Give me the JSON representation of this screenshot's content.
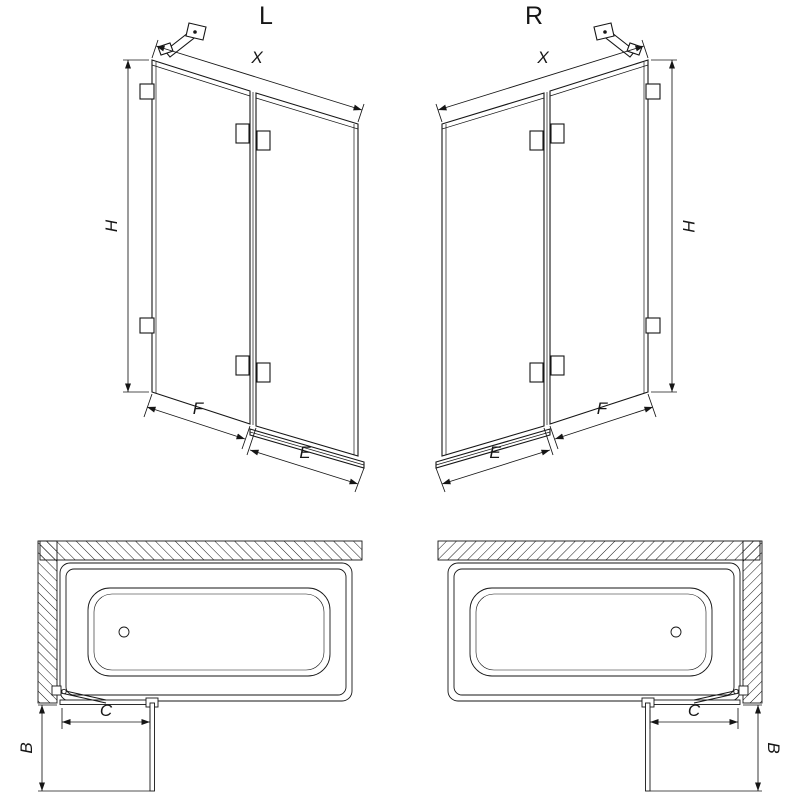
{
  "figure": {
    "variant_labels": {
      "left": "L",
      "right": "R"
    },
    "elevation_dims": {
      "width": "X",
      "height": "H",
      "fixed_panel_width": "F",
      "door_width": "E"
    },
    "plan_dims": {
      "screen_length": "C",
      "door_projection": "B"
    },
    "colors": {
      "line": "#161616",
      "background": "#ffffff"
    }
  }
}
